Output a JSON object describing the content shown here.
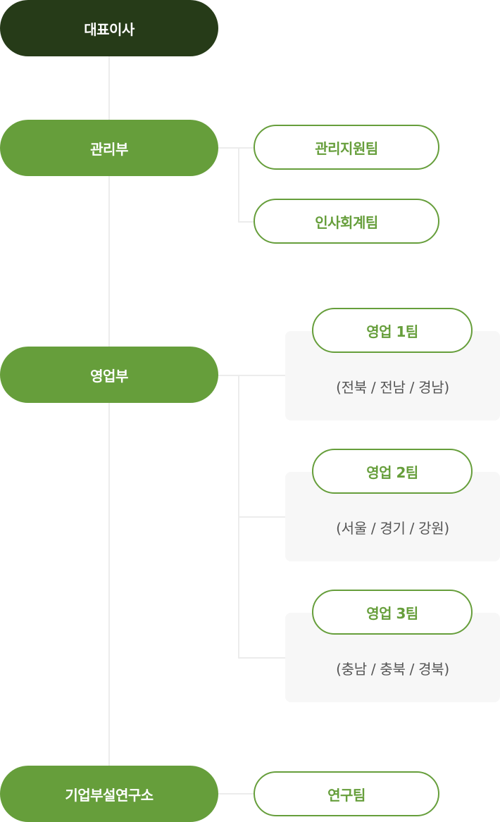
{
  "org_chart": {
    "ceo": {
      "label": "대표이사"
    },
    "departments": [
      {
        "label": "관리부",
        "teams": [
          {
            "label": "관리지원팀"
          },
          {
            "label": "인사회계팀"
          }
        ]
      },
      {
        "label": "영업부",
        "teams": [
          {
            "label": "영업 1팀",
            "regions": "(전북 / 전남 / 경남)"
          },
          {
            "label": "영업 2팀",
            "regions": "(서울 / 경기 / 강원)"
          },
          {
            "label": "영업 3팀",
            "regions": "(충남 / 충북 / 경북)"
          }
        ]
      },
      {
        "label": "기업부설연구소",
        "teams": [
          {
            "label": "연구팀"
          }
        ]
      }
    ],
    "colors": {
      "ceo_fill": "#263b18",
      "dept_fill": "#669e3b",
      "team_border": "#669e3b",
      "connector": "#ececec",
      "card_bg": "#f7f7f7",
      "region_text": "#555555"
    }
  }
}
